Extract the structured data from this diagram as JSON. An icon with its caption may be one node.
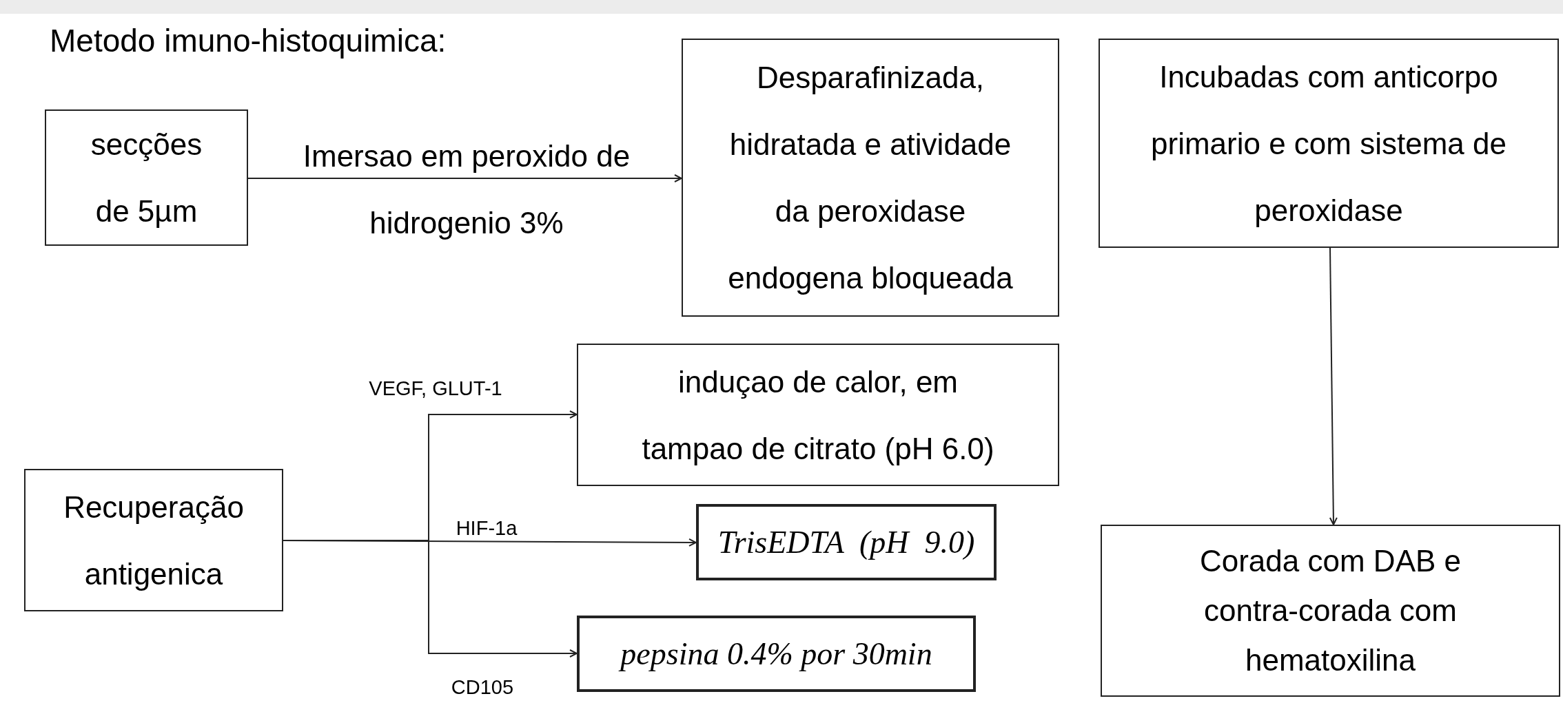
{
  "diagram": {
    "title": "Metodo imuno-histoquimica:",
    "nodes": [
      {
        "text": [
          "secções de 5µm"
        ]
      },
      {
        "text": [
          "Desparafinizada, hidratada e atividade da peroxidase endogena bloqueada"
        ]
      },
      {
        "text": [
          "Incubadas com anticorpo primario e com sistema de peroxidase"
        ]
      },
      {
        "text": [
          "induçao de calor, em tampao de citrato (pH 6.0)"
        ]
      },
      {
        "text": [
          "Recuperação antigenica"
        ]
      },
      {
        "text": [
          "TrisEDTA  (pH  9.0)"
        ]
      },
      {
        "text": [
          "pepsina 0.4% por 30min"
        ]
      },
      {
        "text": [
          "Corada com DAB e contra-corada com hematoxilina"
        ]
      }
    ],
    "edges": [
      {
        "from": 0,
        "to": 1,
        "arrow": "to",
        "label": "Imersao em peroxido de hidrogenio 3%"
      },
      {
        "from": 4,
        "to": 3,
        "arrow": "to",
        "label": "VEGF, GLUT-1"
      },
      {
        "from": 4,
        "to": 5,
        "arrow": "to",
        "label": "HIF-1a"
      },
      {
        "from": 4,
        "to": 6,
        "arrow": "to",
        "label": "CD105"
      },
      {
        "from": 2,
        "to": 7,
        "arrow": "to"
      }
    ]
  }
}
